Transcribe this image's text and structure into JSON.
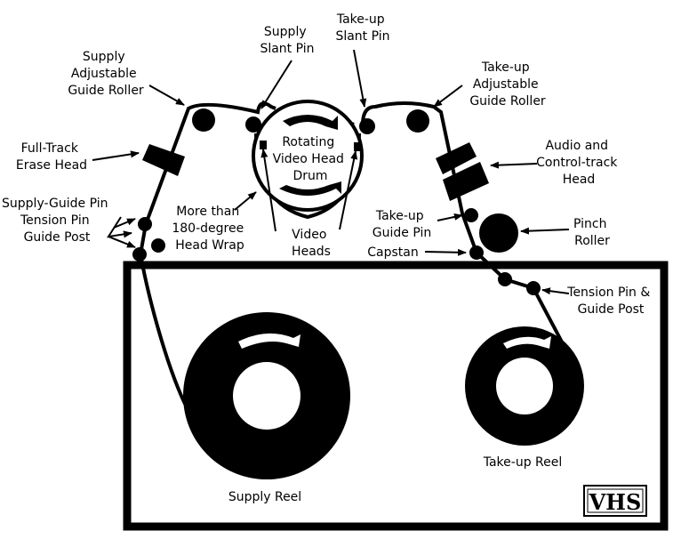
{
  "labels": {
    "supply_adjustable_guide_roller": [
      "Supply",
      "Adjustable",
      "Guide Roller"
    ],
    "supply_slant_pin": [
      "Supply",
      "Slant Pin"
    ],
    "takeup_slant_pin": [
      "Take-up",
      "Slant Pin"
    ],
    "takeup_adjustable_guide_roller": [
      "Take-up",
      "Adjustable",
      "Guide Roller"
    ],
    "full_track_erase_head": [
      "Full-Track",
      "Erase Head"
    ],
    "rotating_video_head_drum": [
      "Rotating",
      "Video Head",
      "Drum"
    ],
    "audio_control_track_head": [
      "Audio and",
      "Control-track",
      "Head"
    ],
    "supply_guide_pin_group": [
      "Supply-Guide Pin",
      "Tension Pin",
      "Guide Post"
    ],
    "head_wrap": [
      "More than",
      "180-degree",
      "Head Wrap"
    ],
    "video_heads": [
      "Video",
      "Heads"
    ],
    "takeup_guide_pin": [
      "Take-up",
      "Guide Pin"
    ],
    "pinch_roller": [
      "Pinch",
      "Roller"
    ],
    "capstan": [
      "Capstan"
    ],
    "tension_pin_guide_post": [
      "Tension Pin &",
      "Guide Post"
    ],
    "supply_reel": [
      "Supply Reel"
    ],
    "takeup_reel": [
      "Take-up Reel"
    ]
  },
  "logo_text": "VHS",
  "colors": {
    "ink": "#000000",
    "paper": "#ffffff"
  }
}
